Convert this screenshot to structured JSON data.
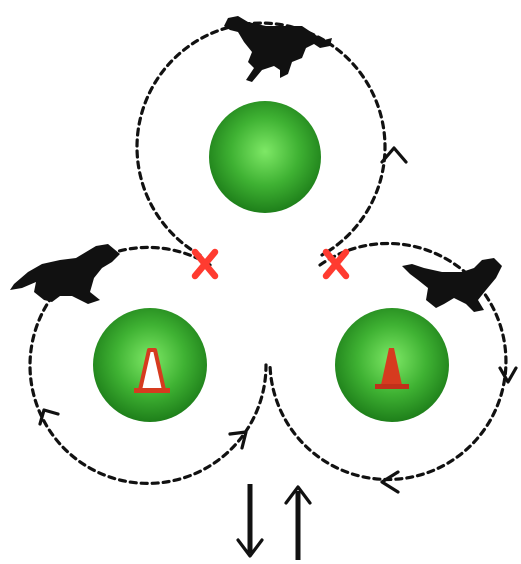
{
  "diagram": {
    "barrels": [
      {
        "id": "top",
        "cone": "none"
      },
      {
        "id": "left",
        "cone": "outline"
      },
      {
        "id": "right",
        "cone": "solid"
      }
    ],
    "colors": {
      "barrel": "#3aa92d",
      "barrel_highlight": "#6fe05a",
      "path": "#111111",
      "x_mark": "#ff3b30",
      "cone": "#d63b1f",
      "horse": "#111111"
    },
    "icons": {
      "horse": "horse-silhouette-icon",
      "cross": "x-mark-icon",
      "cone": "traffic-cone-icon"
    },
    "entry_arrows": [
      "down",
      "up"
    ]
  }
}
